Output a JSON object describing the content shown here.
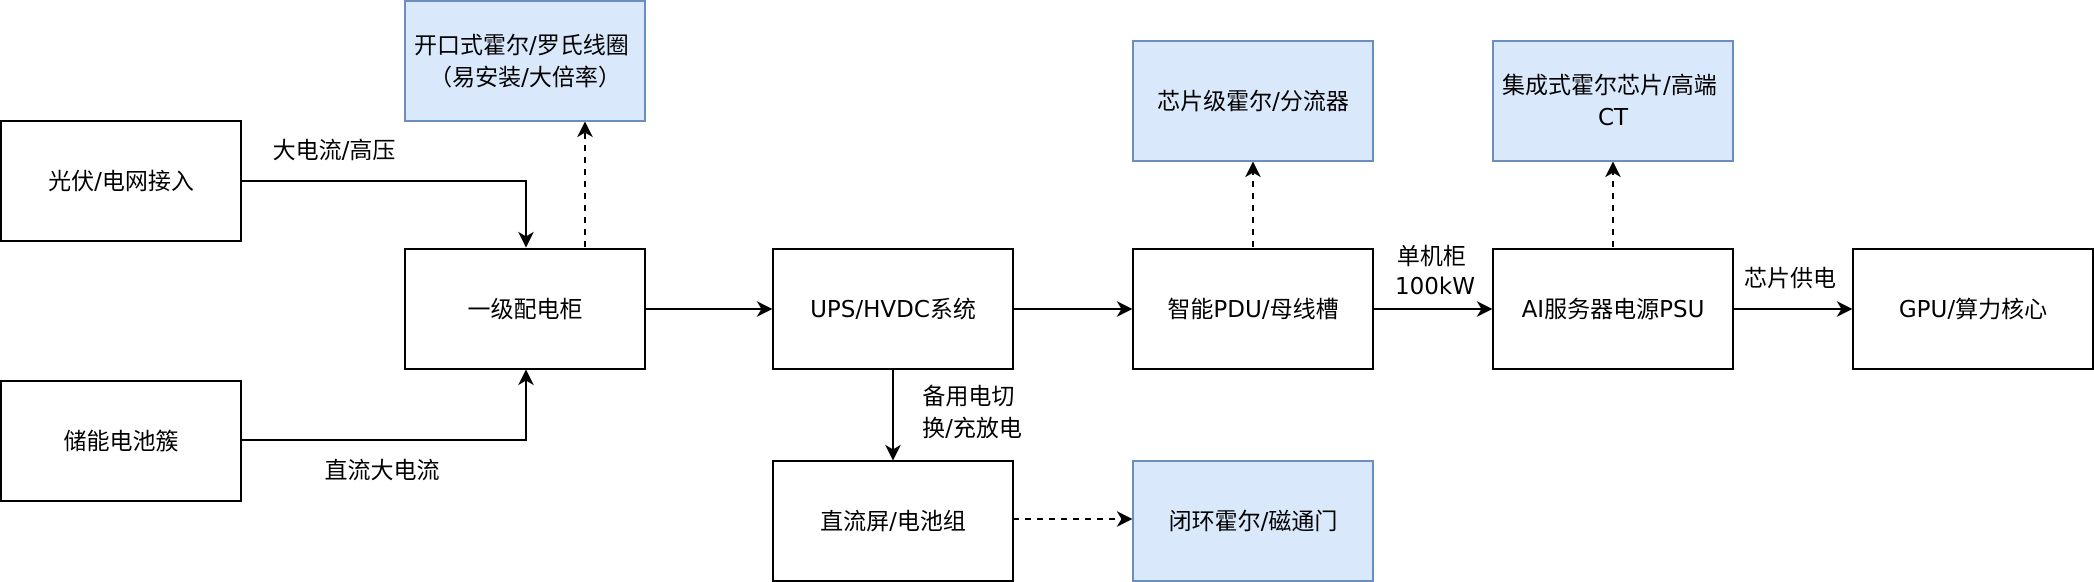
{
  "colors": {
    "plain_fill": "#ffffff",
    "plain_stroke": "#000000",
    "sensor_fill": "#dae8fc",
    "sensor_stroke": "#6c8ebf",
    "line": "#000000"
  },
  "nodes": {
    "pv_grid": {
      "lines": [
        "光伏/电网接入"
      ]
    },
    "storage": {
      "lines": [
        "储能电池簇"
      ]
    },
    "primary_cabinet": {
      "lines": [
        "一级配电柜"
      ]
    },
    "ups_hvdc": {
      "lines": [
        "UPS/HVDC系统"
      ]
    },
    "smart_pdu": {
      "lines": [
        "智能PDU/母线槽"
      ]
    },
    "ai_psu": {
      "lines": [
        "AI服务器电源PSU"
      ]
    },
    "gpu_core": {
      "lines": [
        "GPU/算力核心"
      ]
    },
    "dc_screen": {
      "lines": [
        "直流屏/电池组"
      ]
    },
    "open_loop_sensor": {
      "lines": [
        "开口式霍尔/罗氏线圈",
        "（易安装/大倍率）"
      ]
    },
    "chip_hall": {
      "lines": [
        "芯片级霍尔/分流器"
      ]
    },
    "integrated_hall": {
      "lines": [
        "集成式霍尔芯片/高端",
        "CT"
      ]
    },
    "closed_loop_hall": {
      "lines": [
        "闭环霍尔/磁通门"
      ]
    }
  },
  "edge_labels": {
    "high_current": [
      "大电流/高压"
    ],
    "dc_high_current": [
      "直流大电流"
    ],
    "backup_switch": [
      "备用电切",
      "换/充放电"
    ],
    "single_cabinet": [
      "单机柜",
      "100kW"
    ],
    "chip_power": [
      "芯片供电"
    ]
  }
}
